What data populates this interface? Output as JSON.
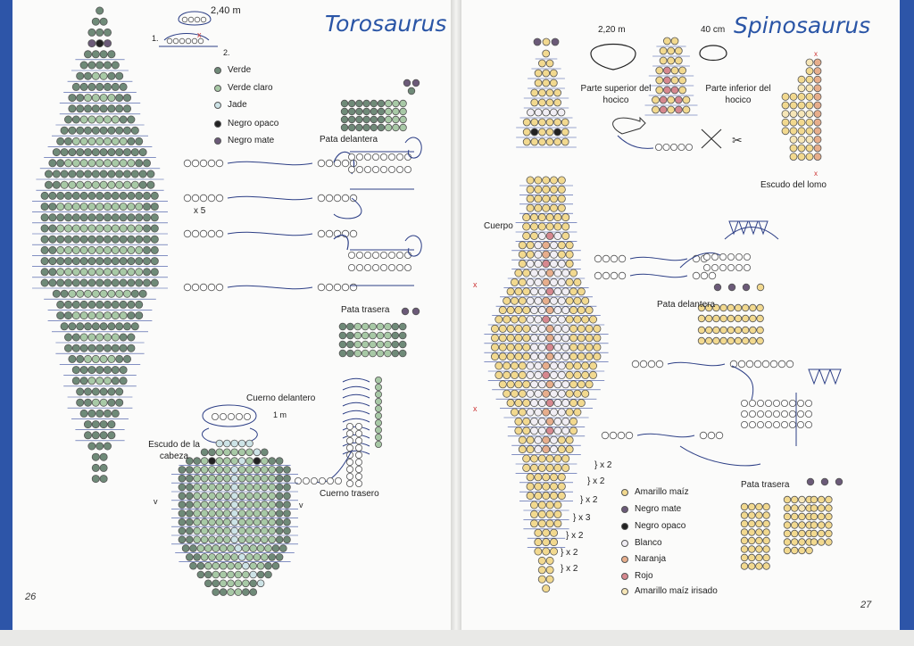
{
  "colors": {
    "verde": "#6f8a78",
    "verde_claro": "#a8c9a6",
    "jade": "#cde3e6",
    "negro": "#222222",
    "negro_mate": "#6b5a78",
    "amarillo": "#f2d98f",
    "blanco": "#f1eef4",
    "naranja": "#e7ae8c",
    "rojo": "#d6888f",
    "irisado": "#f6e6b7",
    "accent": "#2a55a6"
  },
  "left": {
    "title": "Torosaurus",
    "page_number": "26",
    "thread_length": "2,40 m",
    "step1": "1.",
    "step2": "2.",
    "x_mark": "x",
    "legend": [
      {
        "label": "Verde",
        "color": "#6f8a78"
      },
      {
        "label": "Verde claro",
        "color": "#a8c9a6"
      },
      {
        "label": "Jade",
        "color": "#cde3e6"
      },
      {
        "label": "Negro opaco",
        "color": "#222222"
      },
      {
        "label": "Negro mate",
        "color": "#6b5a78"
      }
    ],
    "repeat_x5": "x 5",
    "pata_delantera": "Pata delantera",
    "pata_trasera": "Pata trasera",
    "cuerno_delantero": "Cuerno delantero",
    "cuerno_length": "1 m",
    "escudo_cabeza": "Escudo de la cabeza",
    "cuerno_trasero": "Cuerno trasero",
    "v_mark": "v"
  },
  "right": {
    "title": "Spinosaurus",
    "page_number": "27",
    "length_a": "2,20 m",
    "length_b": "40 cm",
    "parte_superior": "Parte superior del hocico",
    "parte_inferior": "Parte inferior del hocico",
    "escudo_lomo": "Escudo del lomo",
    "cuerpo": "Cuerpo",
    "pata_delantera": "Pata delantera",
    "pata_trasera": "Pata trasera",
    "x_mark": "x",
    "repeats": [
      "x 2",
      "x 2",
      "x 2",
      "x 3",
      "x 2",
      "x 2",
      "x 2"
    ],
    "legend": [
      {
        "label": "Amarillo maíz",
        "color": "#f2d98f"
      },
      {
        "label": "Negro mate",
        "color": "#6b5a78"
      },
      {
        "label": "Negro opaco",
        "color": "#222222"
      },
      {
        "label": "Blanco",
        "color": "#f1eef4"
      },
      {
        "label": "Naranja",
        "color": "#e7ae8c"
      },
      {
        "label": "Rojo",
        "color": "#d6888f"
      },
      {
        "label": "Amarillo maíz irisado",
        "color": "#f6e6b7"
      }
    ]
  }
}
